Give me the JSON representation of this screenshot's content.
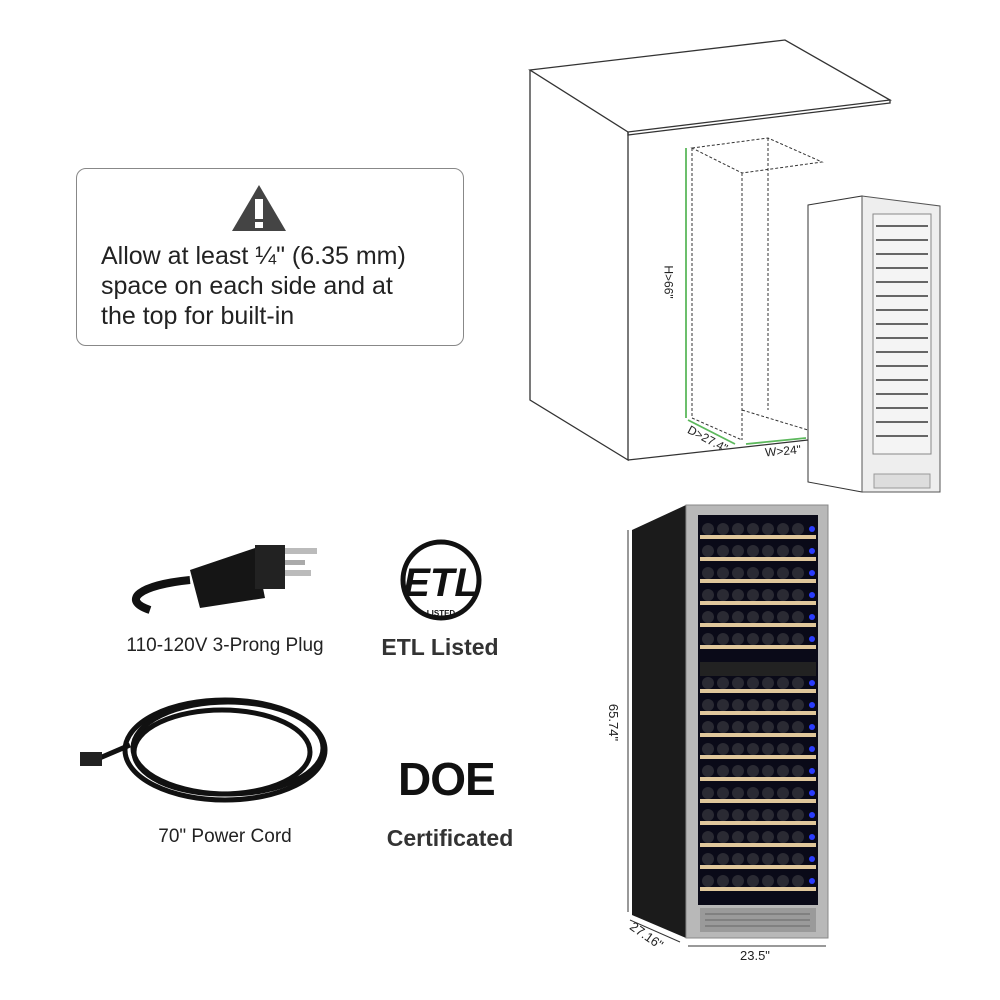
{
  "notice": {
    "icon": "warning-triangle-icon",
    "text_lines": [
      "Allow at least ¼\" (6.35 mm)",
      "space on each side and at",
      "the top for built-in"
    ]
  },
  "cabinet_diagram": {
    "height_label": "H>66\"",
    "depth_label": "D>27.4\"",
    "width_label": "W>24\"",
    "accent_color": "#5cb85c"
  },
  "features": [
    {
      "icon": "plug-icon",
      "label": "110-120V 3-Prong Plug"
    },
    {
      "icon": "etl-logo",
      "logo_text": "ETL",
      "logo_subtext": "LISTED",
      "label": "ETL Listed"
    },
    {
      "icon": "power-cord-icon",
      "label": "70\" Power Cord"
    },
    {
      "icon": "doe-logo",
      "logo_text": "DOE",
      "label": "Certificated"
    }
  ],
  "fridge": {
    "height": "65.74\"",
    "depth": "27.16\"",
    "width": "23.5\"",
    "led_color": "#2a3cff"
  }
}
